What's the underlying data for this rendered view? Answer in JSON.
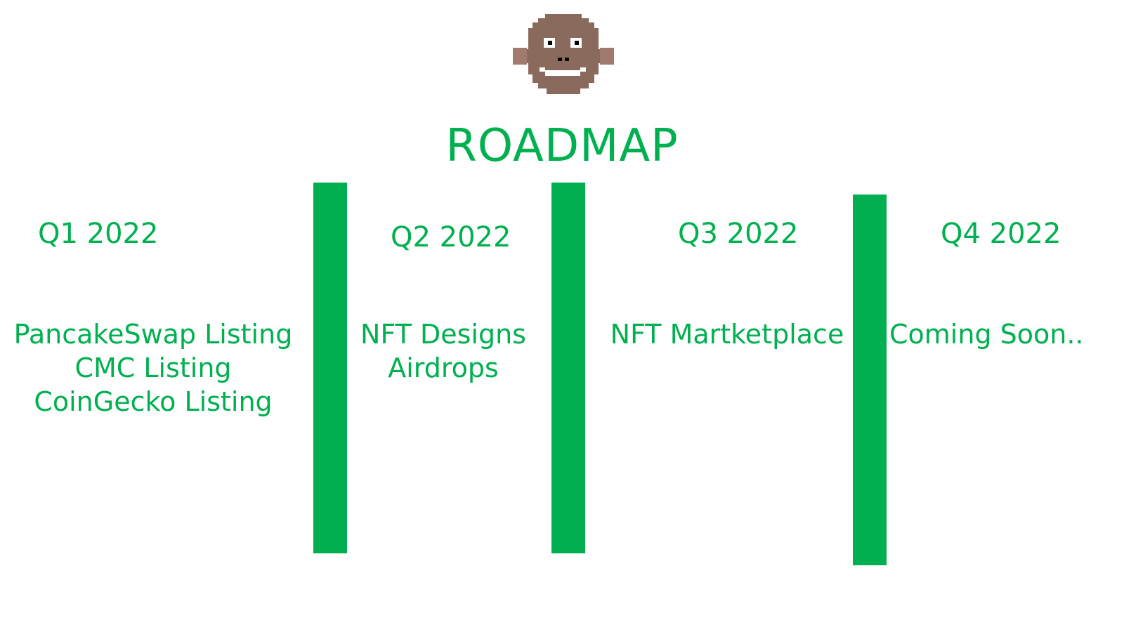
{
  "colors": {
    "accent": "#00b050",
    "background": "#ffffff",
    "monkey_fur": "#8a6a5c",
    "monkey_ear": "#a07a6c"
  },
  "logo": {
    "icon": "pixel-monkey-icon"
  },
  "title": "ROADMAP",
  "quarters": [
    {
      "label": "Q1 2022",
      "items": [
        "PancakeSwap Listing",
        "CMC Listing",
        "CoinGecko Listing"
      ]
    },
    {
      "label": "Q2 2022",
      "items": [
        "NFT Designs",
        "Airdrops"
      ]
    },
    {
      "label": "Q3 2022",
      "items": [
        "NFT Martketplace"
      ]
    },
    {
      "label": "Q4 2022",
      "items": [
        "Coming Soon.."
      ]
    }
  ]
}
